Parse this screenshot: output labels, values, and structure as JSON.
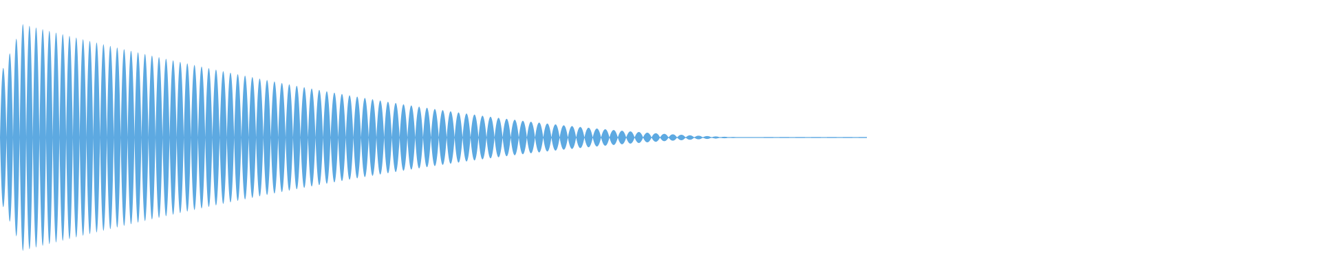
{
  "waveform": {
    "color": "#5DA9E1",
    "background": "#ffffff",
    "shape": "decaying-sine",
    "cycles": 50,
    "amplitude_peak": 1.0,
    "amplitude_end": 0.0,
    "tail_style": "dashed-center-line"
  }
}
